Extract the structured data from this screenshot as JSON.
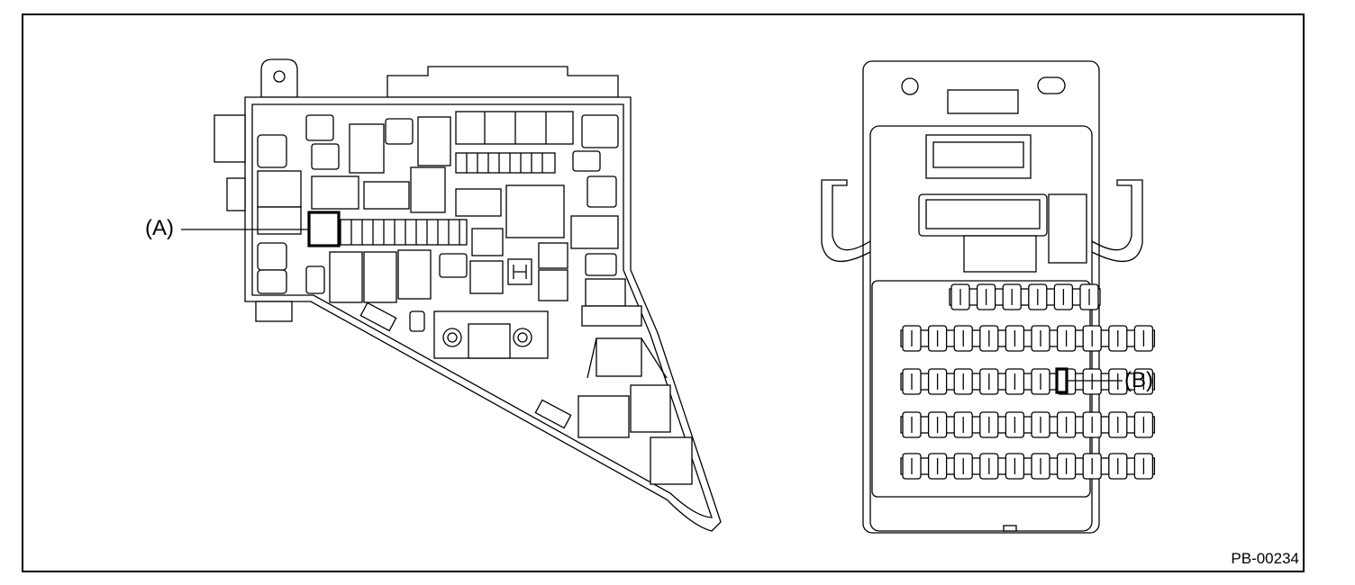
{
  "labels": {
    "a": "(A)",
    "b": "(B)"
  },
  "figure_code": "PB-00234",
  "colors": {
    "line": "#000000",
    "background": "#ffffff"
  }
}
